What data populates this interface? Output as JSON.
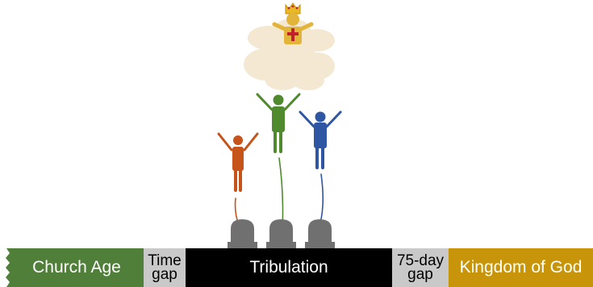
{
  "timeline": {
    "church_age": "Church Age",
    "time_gap_line1": "Time",
    "time_gap_line2": "gap",
    "tribulation": "Tribulation",
    "gap75_line1": "75-day",
    "gap75_line2": "gap",
    "kingdom": "Kingdom of God"
  },
  "colors": {
    "church_age": "#4f7f39",
    "gap": "#c9c9c9",
    "tribulation": "#000000",
    "kingdom": "#c8950a",
    "figure_orange": "#c5531a",
    "figure_green": "#4f8a2f",
    "figure_blue": "#2f56a3",
    "tombstone": "#707070",
    "cloud": "#f3e6cf",
    "christ_figure": "#e3b43a",
    "cross": "#c0202a"
  },
  "icons": [
    "crowned-figure-icon",
    "cloud-icon",
    "person-icon",
    "tombstone-icon"
  ]
}
